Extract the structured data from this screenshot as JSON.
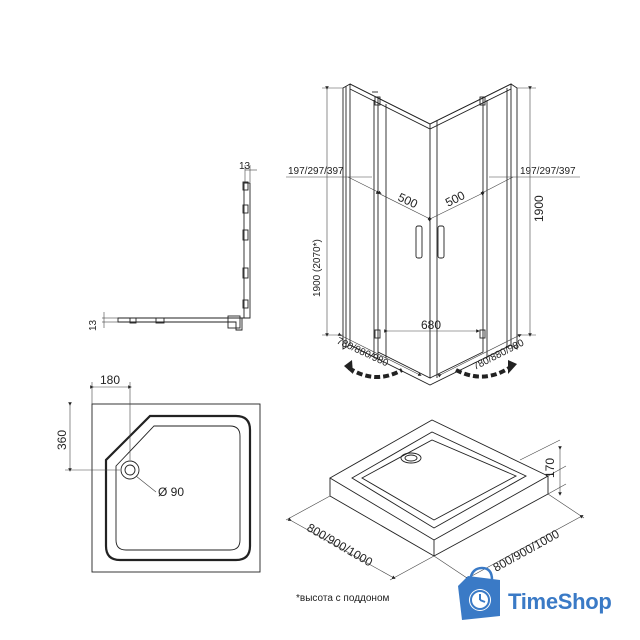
{
  "labels": {
    "profile_top": "13",
    "profile_side": "13",
    "side_left": "197/297/397",
    "side_right": "197/297/397",
    "door_left": "500",
    "door_right": "500",
    "height_left": "1900 (2070*)",
    "height_right": "1900",
    "entrance": "680",
    "base_left": "780/880/980",
    "base_right": "780/880/980",
    "tray_offset_x": "180",
    "tray_offset_y": "360",
    "drain": "Ø 90",
    "tray_height": "170",
    "tray_width_left": "800/900/1000",
    "tray_width_right": "800/900/1000"
  },
  "note": "*высота с поддоном",
  "logo": {
    "text": "TimeShop",
    "icon": "shopping-bag-clock-icon",
    "color": "#3a7ac6"
  }
}
